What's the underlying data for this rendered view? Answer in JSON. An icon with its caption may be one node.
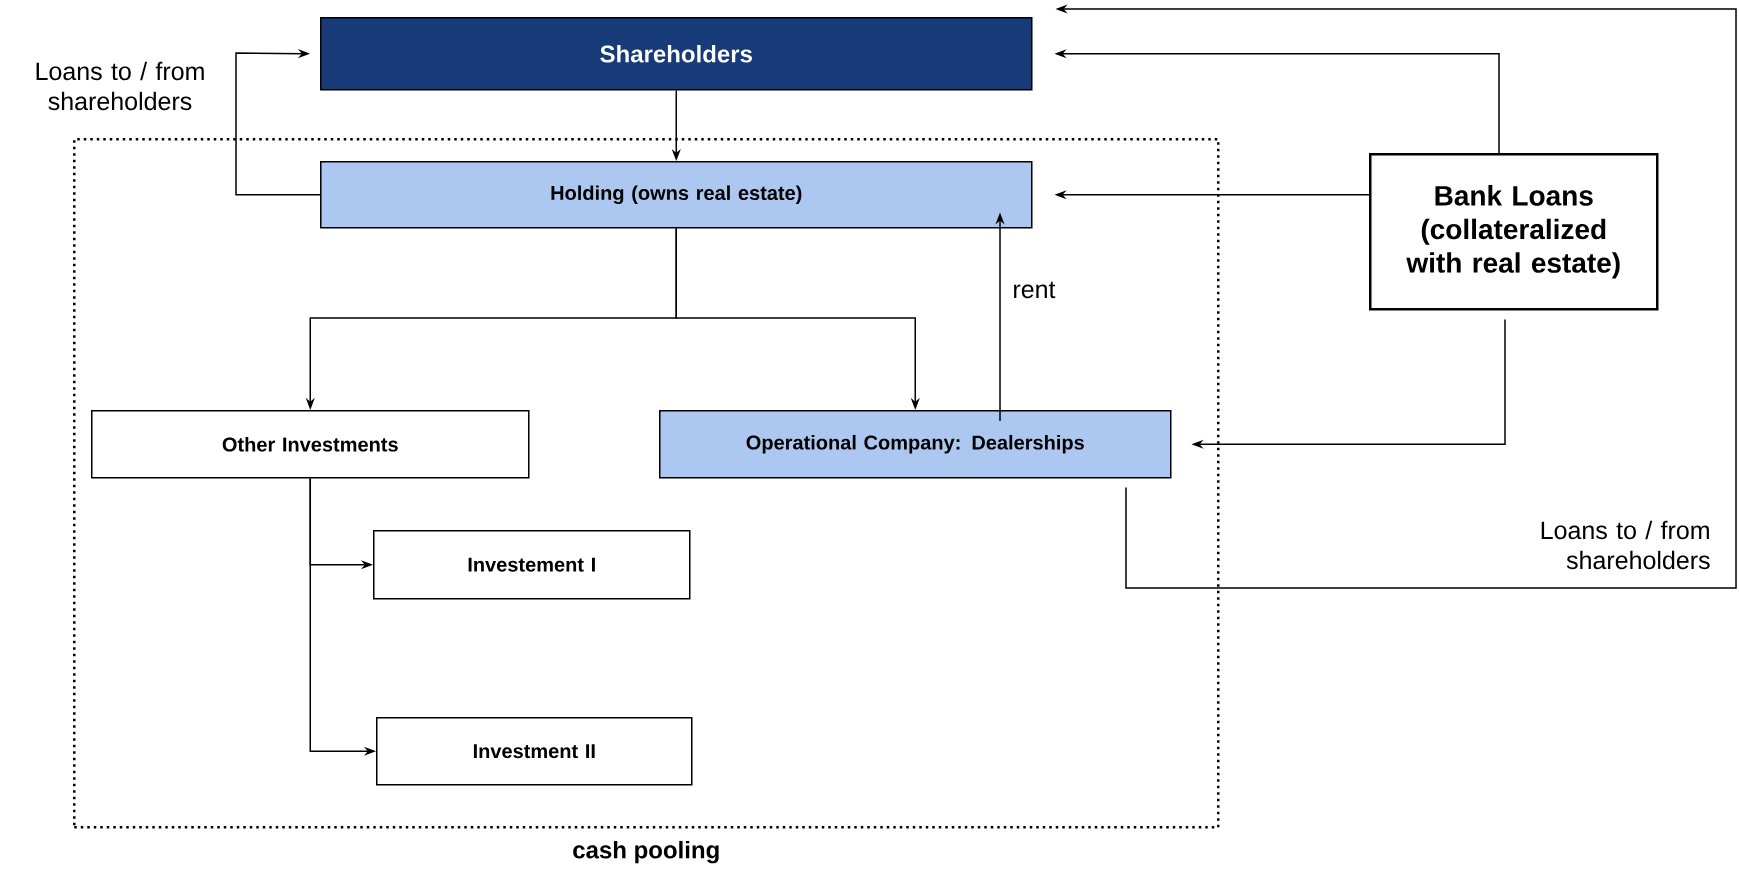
{
  "diagram": {
    "nodes": [
      {
        "text": [
          "Shareholders"
        ]
      },
      {
        "text": [
          "cash pooling"
        ]
      },
      {
        "text": [
          "Holding (owns real estate)"
        ],
        "in": 1
      },
      {
        "text": [
          "Other Investments"
        ],
        "in": 1
      },
      {
        "text": [
          "Operational Company: Dealerships"
        ],
        "in": 1
      },
      {
        "text": [
          "Investement I"
        ],
        "in": 1
      },
      {
        "text": [
          "Investment II"
        ],
        "in": 1
      },
      {
        "text": [
          "Bank Loans (collateralized with real estate)"
        ]
      }
    ],
    "edges": [
      {
        "from": 0,
        "to": 2,
        "arrow": "to"
      },
      {
        "from": 2,
        "to": 3,
        "arrow": "to"
      },
      {
        "from": 2,
        "to": 4,
        "arrow": "to"
      },
      {
        "from": 4,
        "to": 2,
        "arrow": "to",
        "label": "rent"
      },
      {
        "from": 2,
        "to": 0,
        "arrow": "to",
        "label": "Loans to / from shareholders"
      },
      {
        "from": 7,
        "to": 0,
        "arrow": "to"
      },
      {
        "from": 7,
        "to": 2,
        "arrow": "to"
      },
      {
        "from": 7,
        "to": 4,
        "arrow": "to"
      },
      {
        "from": 4,
        "to": 0,
        "arrow": "to",
        "label": "Loans to / from shareholders"
      },
      {
        "from": 3,
        "to": 5,
        "arrow": "to"
      },
      {
        "from": 3,
        "to": 6,
        "arrow": "to"
      }
    ]
  }
}
